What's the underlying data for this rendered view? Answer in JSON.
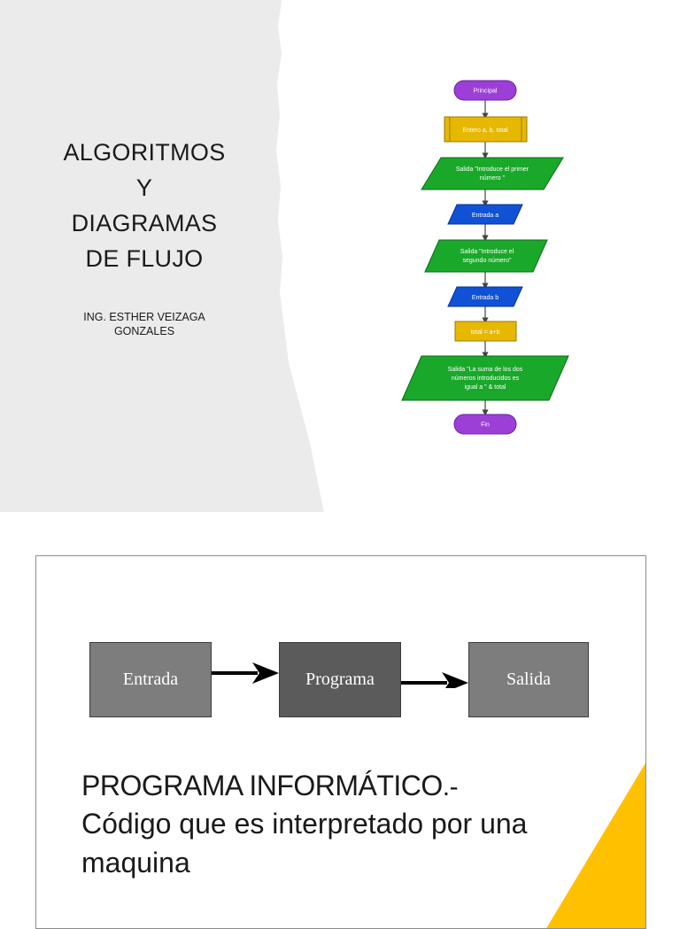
{
  "slide1": {
    "title_lines": [
      "ALGORITMOS",
      "Y",
      "DIAGRAMAS",
      "DE FLUJO"
    ],
    "author_lines": [
      "ING. ESTHER VEIZAGA",
      "GONZALES"
    ],
    "flowchart": {
      "start": "Principal",
      "declare": "Entero a, b, total",
      "output1": [
        "Salida \"Introduce el primer",
        "número \""
      ],
      "input1": "Entrada a",
      "output2": [
        "Salida \"Introduce el",
        "segundo número\""
      ],
      "input2": "Entrada b",
      "assign": "total = a+b",
      "output3": [
        "Salida \"La suma de los dos",
        "números introducidos es",
        "igual a \" & total"
      ],
      "end": "Fin",
      "colors": {
        "terminal": "#9b3fd6",
        "process": "#e6b800",
        "output": "#1aa82a",
        "input": "#1051d6"
      }
    }
  },
  "slide2": {
    "diagram": {
      "boxes": [
        "Entrada",
        "Programa",
        "Salida"
      ]
    },
    "heading": "PROGRAMA INFORMÁTICO",
    "heading_suffix": ".-",
    "body": "Código que es interpretado por una maquina",
    "accent_color": "#ffc000"
  }
}
